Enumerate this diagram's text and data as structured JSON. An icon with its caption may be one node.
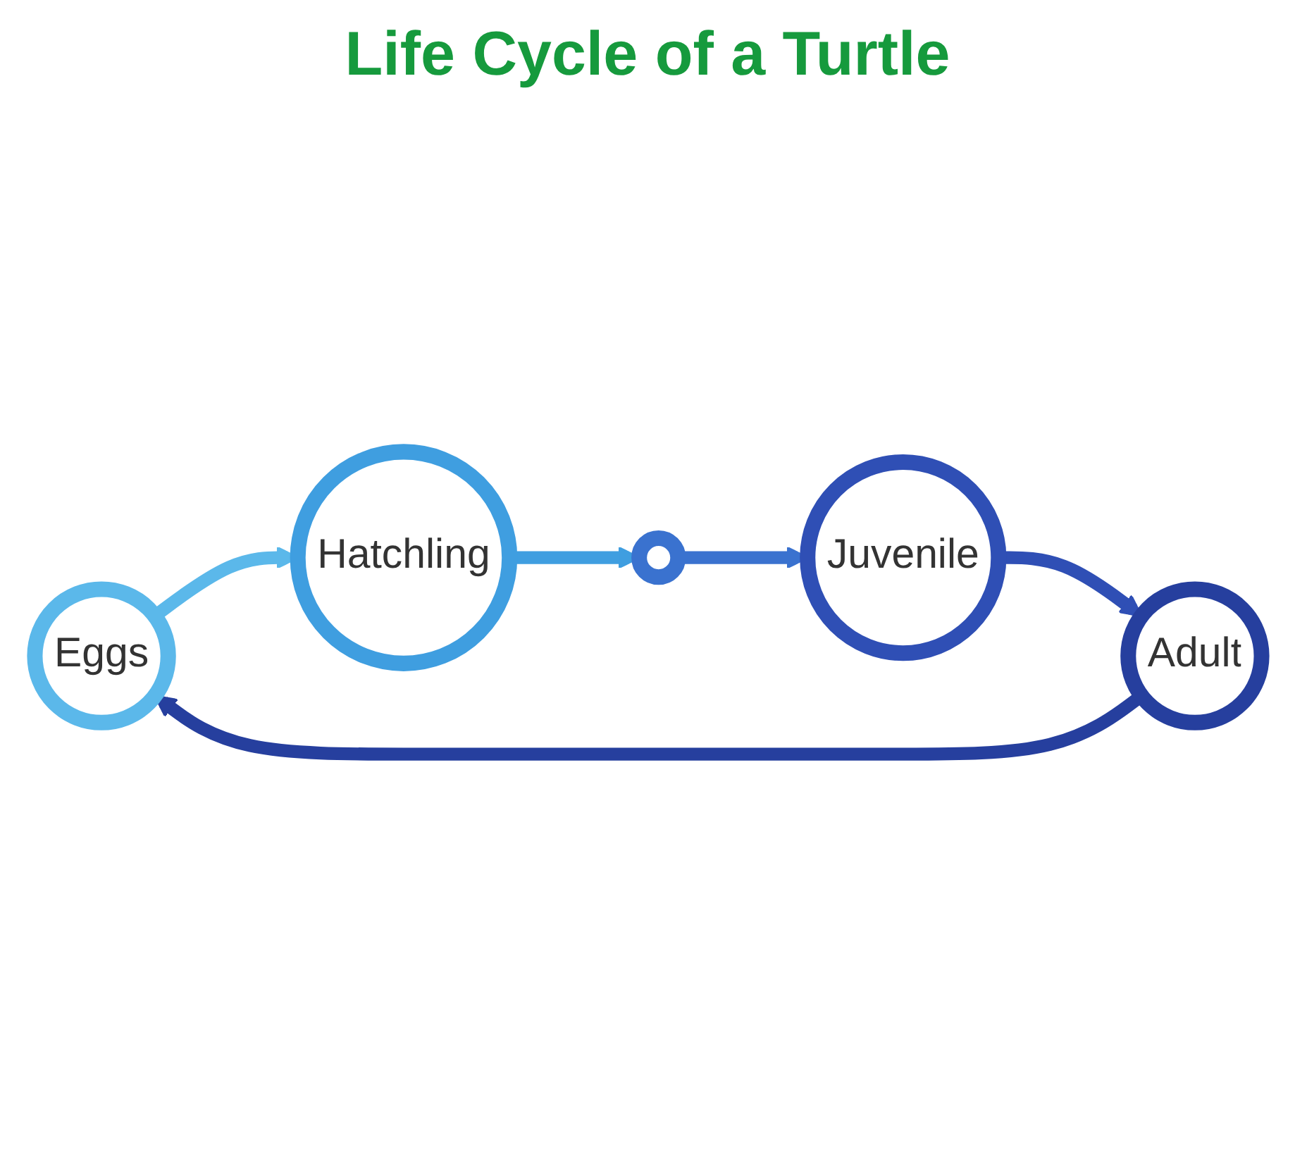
{
  "diagram": {
    "title": "Life Cycle of a Turtle",
    "nodes": [
      {
        "text": [
          "Eggs"
        ]
      },
      {
        "text": [
          "Hatchling"
        ]
      },
      {
        "text": [],
        "shape": "picture"
      },
      {
        "text": [
          "Juvenile"
        ]
      },
      {
        "text": [
          "Adult"
        ]
      }
    ],
    "edges": [
      {
        "from": 0,
        "to": 1,
        "arrow": "to",
        "color": "#5bb8ea"
      },
      {
        "from": 1,
        "to": 2,
        "arrow": "to",
        "color": "#3f9ee0"
      },
      {
        "from": 2,
        "to": 3,
        "arrow": "to",
        "color": "#3a72cf"
      },
      {
        "from": 3,
        "to": 4,
        "arrow": "to",
        "color": "#2f4fb5"
      },
      {
        "from": 4,
        "to": 0,
        "arrow": "to",
        "color": "#263f9e"
      }
    ]
  }
}
